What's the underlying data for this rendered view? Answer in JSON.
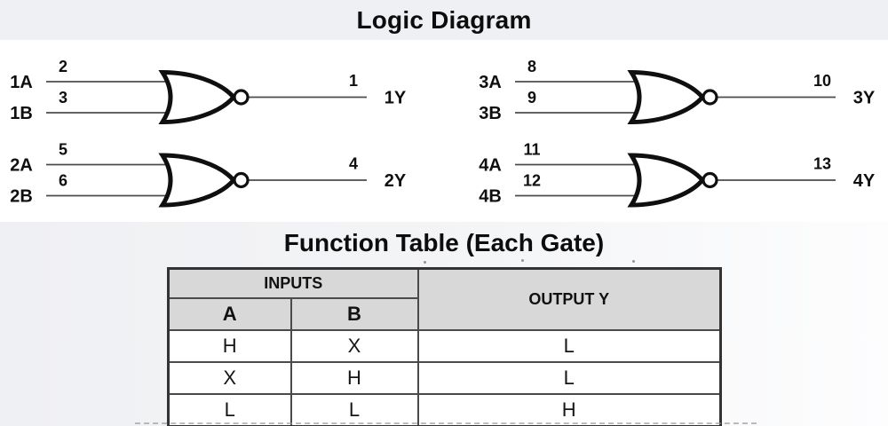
{
  "logic_diagram": {
    "title": "Logic Diagram"
  },
  "gates": [
    {
      "id": "gate-1",
      "input_a_label": "1A",
      "input_a_pin": "2",
      "input_b_label": "1B",
      "input_b_pin": "3",
      "output_label": "1Y",
      "output_pin": "1"
    },
    {
      "id": "gate-2",
      "input_a_label": "2A",
      "input_a_pin": "5",
      "input_b_label": "2B",
      "input_b_pin": "6",
      "output_label": "2Y",
      "output_pin": "4"
    },
    {
      "id": "gate-3",
      "input_a_label": "3A",
      "input_a_pin": "8",
      "input_b_label": "3B",
      "input_b_pin": "9",
      "output_label": "3Y",
      "output_pin": "10"
    },
    {
      "id": "gate-4",
      "input_a_label": "4A",
      "input_a_pin": "11",
      "input_b_label": "4B",
      "input_b_pin": "12",
      "output_label": "4Y",
      "output_pin": "13"
    }
  ],
  "function_table": {
    "title": "Function Table (Each Gate)",
    "inputs_group_label": "INPUTS",
    "output_column_label": "OUTPUT Y",
    "input_columns": [
      "A",
      "B"
    ],
    "rows": [
      [
        "H",
        "X",
        "L"
      ],
      [
        "X",
        "H",
        "L"
      ],
      [
        "L",
        "L",
        "H"
      ]
    ]
  },
  "colors": {
    "title_band_bg": "#eef0f4",
    "bottom_band_bg": "#f2f3f6",
    "table_header_bg": "#d8d8d8",
    "gate_stroke": "#0f0f0f",
    "wire": "#4b4b4b",
    "text": "#111111"
  }
}
